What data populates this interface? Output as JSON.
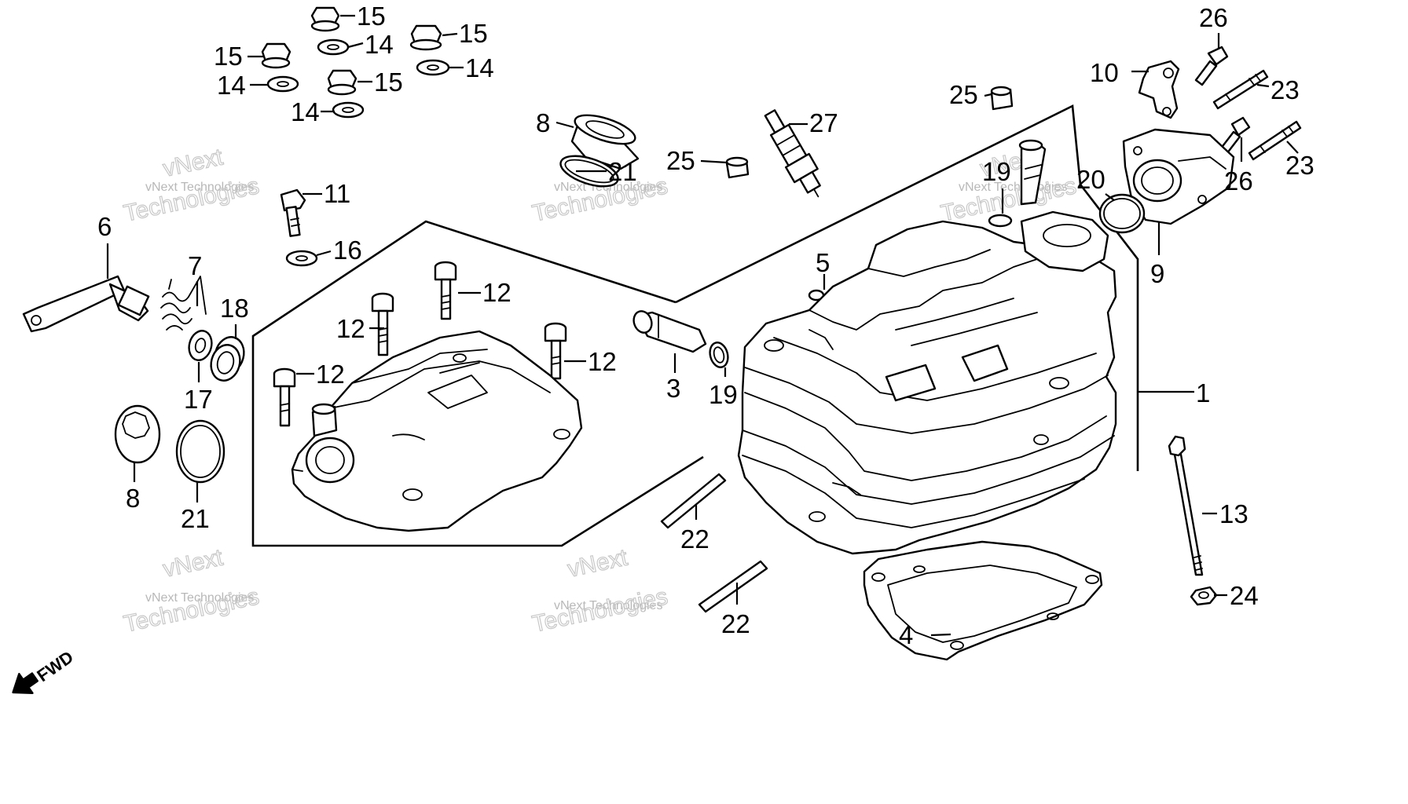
{
  "labels": {
    "l1": "1",
    "l3": "3",
    "l4": "4",
    "l5": "5",
    "l6": "6",
    "l7": "7",
    "l8a": "8",
    "l8b": "8",
    "l9": "9",
    "l10": "10",
    "l11": "11",
    "l12a": "12",
    "l12b": "12",
    "l12c": "12",
    "l12d": "12",
    "l13": "13",
    "l14a": "14",
    "l14b": "14",
    "l14c": "14",
    "l14d": "14",
    "l15a": "15",
    "l15b": "15",
    "l15c": "15",
    "l15d": "15",
    "l16": "16",
    "l17": "17",
    "l18": "18",
    "l19a": "19",
    "l19b": "19",
    "l20": "20",
    "l21a": "21",
    "l21b": "21",
    "l22a": "22",
    "l22b": "22",
    "l23a": "23",
    "l23b": "23",
    "l24": "24",
    "l25a": "25",
    "l25b": "25",
    "l26a": "26",
    "l26b": "26",
    "l27": "27"
  },
  "fwd_label": "FWD",
  "watermark": {
    "brand": "vNext Technologies",
    "line1": "vNext",
    "line2": "Technologies"
  }
}
